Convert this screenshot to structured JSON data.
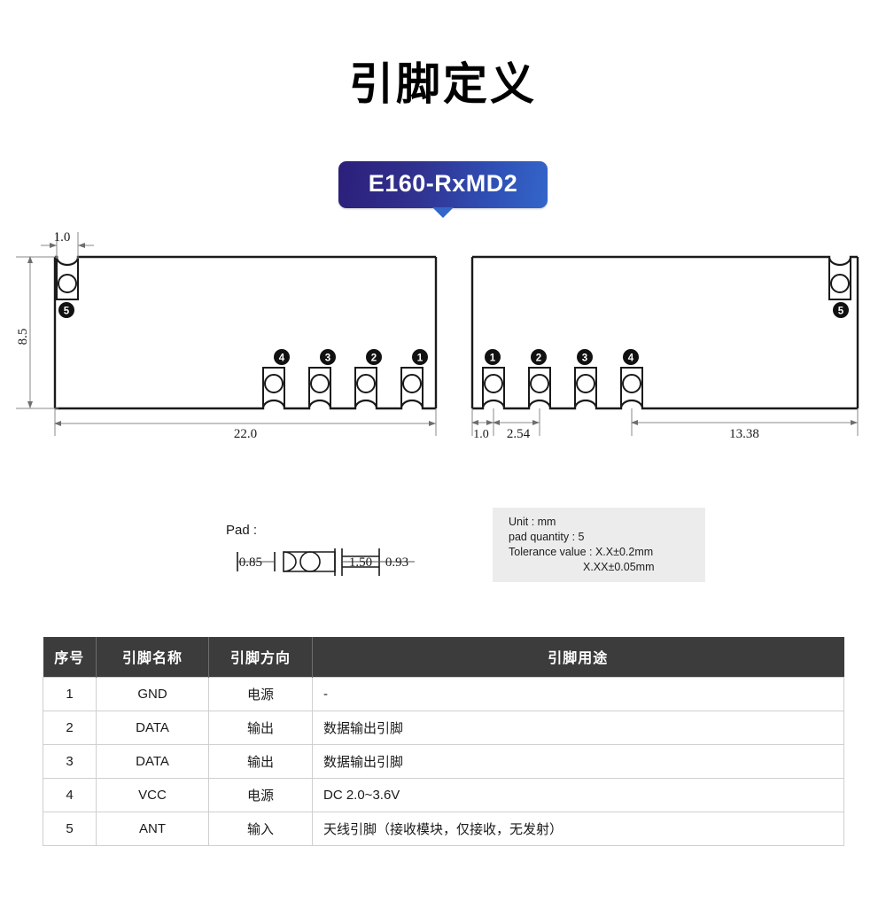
{
  "header": {
    "title": "引脚定义",
    "model_badge": "E160-RxMD2"
  },
  "drawing": {
    "left_board": {
      "dim_top": "1.0",
      "dim_height": "8.5",
      "dim_width": "22.0",
      "pad_labels": [
        "5",
        "4",
        "3",
        "2",
        "1"
      ]
    },
    "right_board": {
      "dim_pad_offset": "1.0",
      "dim_pad_pitch": "2.54",
      "dim_width": "13.38",
      "pad_labels": [
        "1",
        "2",
        "3",
        "4",
        "5"
      ]
    },
    "pad_detail": {
      "label": "Pad :",
      "dim_left": "0.85",
      "dim_mid": "1.50",
      "dim_right": "0.93"
    }
  },
  "notes": {
    "unit": "Unit : mm",
    "pad_quantity": "pad quantity : 5",
    "tolerance_line1": "Tolerance value : X.X±0.2mm",
    "tolerance_line2": "X.XX±0.05mm"
  },
  "pin_table": {
    "headers": [
      "序号",
      "引脚名称",
      "引脚方向",
      "引脚用途"
    ],
    "rows": [
      {
        "idx": "1",
        "name": "GND",
        "dir": "电源",
        "use": "-"
      },
      {
        "idx": "2",
        "name": "DATA",
        "dir": "输出",
        "use": "数据输出引脚"
      },
      {
        "idx": "3",
        "name": "DATA",
        "dir": "输出",
        "use": "数据输出引脚"
      },
      {
        "idx": "4",
        "name": "VCC",
        "dir": "电源",
        "use": "DC 2.0~3.6V"
      },
      {
        "idx": "5",
        "name": "ANT",
        "dir": "输入",
        "use": "天线引脚（接收模块，仅接收，无发射）"
      }
    ]
  },
  "colors": {
    "badge_start": "#2b1f7a",
    "badge_end": "#3466c9",
    "table_header_bg": "#3c3c3c",
    "notes_bg": "#ececec",
    "outline": "#1a1a1a",
    "dimension_line": "#8a8a8a"
  }
}
